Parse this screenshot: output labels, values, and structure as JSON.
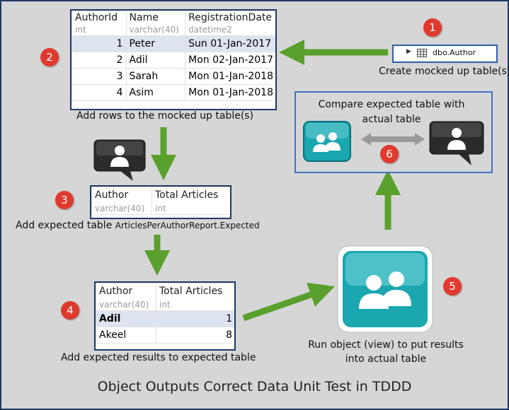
{
  "title": "Object Outputs Correct Data Unit Test in TDDD",
  "steps": {
    "s1": {
      "number": "1",
      "caption": "Create mocked up table(s)",
      "object_label": "dbo.Author"
    },
    "s2": {
      "number": "2",
      "caption": "Add rows to the mocked up table(s)"
    },
    "s3": {
      "number": "3",
      "caption_prefix": "Add expected table ",
      "caption_suffix": "ArticlesPerAuthorReport.Expected"
    },
    "s4": {
      "number": "4",
      "caption": "Add expected results to expected table"
    },
    "s5": {
      "number": "5",
      "caption_line1": "Run object (view) to put results",
      "caption_line2": "into actual table"
    },
    "s6": {
      "number": "6",
      "caption_line1": "Compare expected table with",
      "caption_line2": "actual table"
    }
  },
  "author_table": {
    "columns": [
      {
        "name": "AuthorId",
        "type": "int"
      },
      {
        "name": "Name",
        "type": "varchar(40)"
      },
      {
        "name": "RegistrationDate",
        "type": "datetime2"
      }
    ],
    "rows": [
      [
        "1",
        "Peter",
        "Sun 01-Jan-2017"
      ],
      [
        "2",
        "Adil",
        "Mon 02-Jan-2017"
      ],
      [
        "3",
        "Sarah",
        "Mon 01-Jan-2018"
      ],
      [
        "4",
        "Asim",
        "Mon 01-Jan-2018"
      ]
    ]
  },
  "expected_table": {
    "columns": [
      {
        "name": "Author",
        "type": "varchar(40)"
      },
      {
        "name": "Total Articles",
        "type": "int"
      }
    ]
  },
  "results_table": {
    "columns": [
      {
        "name": "Author",
        "type": "varchar(40)"
      },
      {
        "name": "Total Articles",
        "type": "int"
      }
    ],
    "rows": [
      [
        "Adil",
        "1"
      ],
      [
        "Akeel",
        "8"
      ]
    ]
  },
  "colors": {
    "arrow": "#5aa02c",
    "badge": "#e0392e",
    "frame": "#1f3864",
    "teal": "#1aa7b0"
  },
  "icons": [
    "table-icon",
    "user-group-icon",
    "user-speech-icon",
    "double-arrow-icon"
  ]
}
